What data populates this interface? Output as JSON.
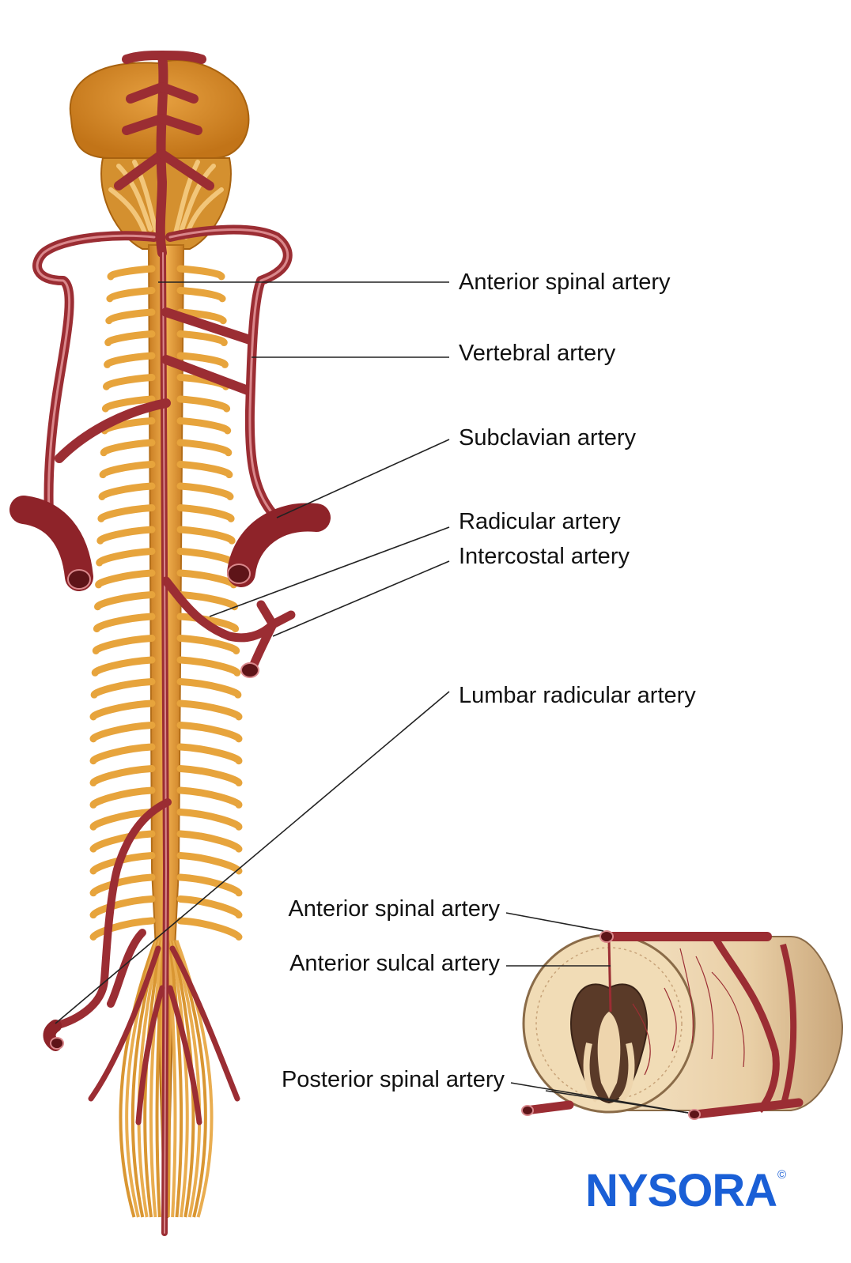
{
  "labels": {
    "anterior_spinal_artery": "Anterior spinal artery",
    "vertebral_artery": "Vertebral artery",
    "subclavian_artery": "Subclavian artery",
    "radicular_artery": "Radicular artery",
    "intercostal_artery": "Intercostal artery",
    "lumbar_radicular_artery": "Lumbar radicular artery",
    "cross_section_anterior_spinal_artery": "Anterior spinal artery",
    "cross_section_anterior_sulcal_artery": "Anterior sulcal artery",
    "cross_section_posterior_spinal_artery": "Posterior spinal artery"
  },
  "brand": {
    "name": "NYSORA",
    "mark": "©",
    "color": "#1a5fd6"
  },
  "colors": {
    "artery": "#9b2d33",
    "artery_highlight": "#d9878b",
    "nerve": "#e7a43c",
    "brainstem": "#d98a2a",
    "cord_tissue": "#efd9b5",
    "grey_matter": "#5a3a28",
    "leader_line": "#222222"
  }
}
